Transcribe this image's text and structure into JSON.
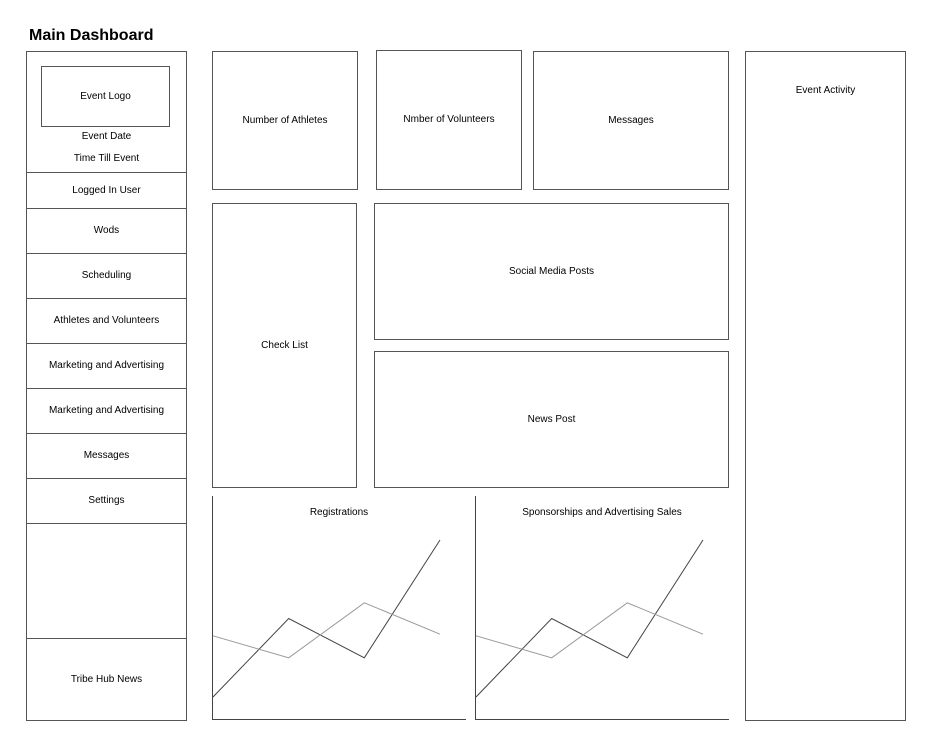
{
  "page": {
    "title": "Main Dashboard"
  },
  "sidebar": {
    "logo_label": "Event Logo",
    "event_date": "Event Date",
    "time_till_event": "Time Till Event",
    "items": [
      {
        "label": "Logged In User"
      },
      {
        "label": "Wods"
      },
      {
        "label": "Scheduling"
      },
      {
        "label": "Athletes and Volunteers"
      },
      {
        "label": "Marketing and Advertising"
      },
      {
        "label": "Marketing and Advertising"
      },
      {
        "label": "Messages"
      },
      {
        "label": "Settings"
      },
      {
        "label": ""
      },
      {
        "label": "Tribe Hub News"
      }
    ]
  },
  "widgets": {
    "athletes": "Number of Athletes",
    "volunteers": "Nmber of Volunteers",
    "messages": "Messages",
    "checklist": "Check List",
    "social": "Social Media Posts",
    "news": "News Post",
    "activity": "Event Activity"
  },
  "colors": {
    "line_dark": "#444444",
    "line_light": "#999999",
    "border": "#555555"
  },
  "chart_data": [
    {
      "type": "line",
      "title": "Registrations",
      "x": [
        0,
        1,
        2,
        3
      ],
      "series": [
        {
          "values": [
            0,
            0.5,
            0.25,
            1
          ],
          "color": "#444444"
        },
        {
          "values": [
            0.39,
            0.25,
            0.6,
            0.4
          ],
          "color": "#999999"
        }
      ],
      "xlabel": "",
      "ylabel": "",
      "ylim": [
        0,
        1
      ]
    },
    {
      "type": "line",
      "title": "Sponsorships and Advertising Sales",
      "x": [
        0,
        1,
        2,
        3
      ],
      "series": [
        {
          "values": [
            0,
            0.5,
            0.25,
            1
          ],
          "color": "#444444"
        },
        {
          "values": [
            0.39,
            0.25,
            0.6,
            0.4
          ],
          "color": "#999999"
        }
      ],
      "xlabel": "",
      "ylabel": "",
      "ylim": [
        0,
        1
      ]
    }
  ]
}
